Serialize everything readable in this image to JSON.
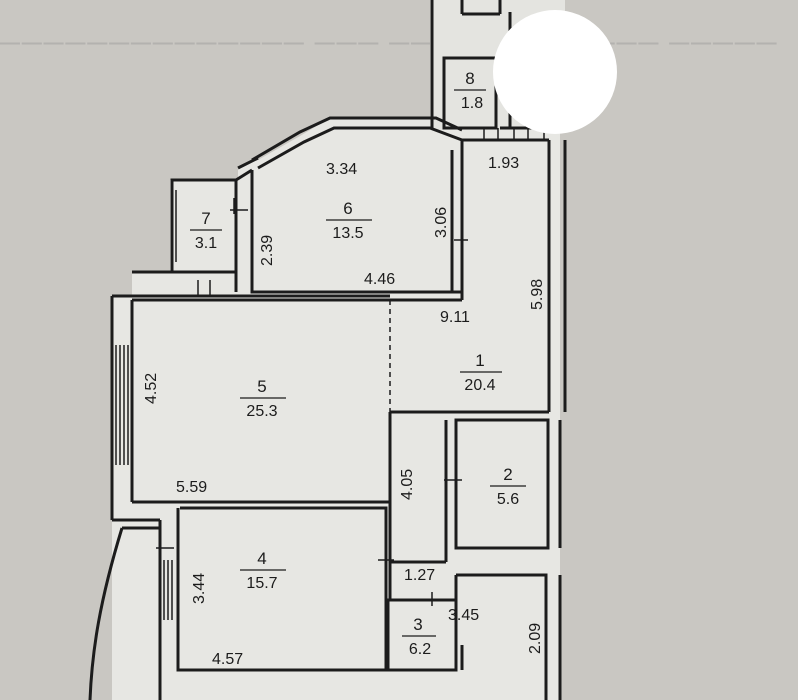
{
  "rooms": [
    {
      "id": "1",
      "number": "1",
      "area": "20.4"
    },
    {
      "id": "2",
      "number": "2",
      "area": "5.6"
    },
    {
      "id": "3",
      "number": "3",
      "area": "6.2"
    },
    {
      "id": "4",
      "number": "4",
      "area": "15.7"
    },
    {
      "id": "5",
      "number": "5",
      "area": "25.3"
    },
    {
      "id": "6",
      "number": "6",
      "area": "13.5"
    },
    {
      "id": "7",
      "number": "7",
      "area": "3.1"
    },
    {
      "id": "8",
      "number": "8",
      "area": "1.8"
    }
  ],
  "dimensions": [
    {
      "id": "d334",
      "text": "3.34"
    },
    {
      "id": "d306",
      "text": "3.06"
    },
    {
      "id": "d446",
      "text": "4.46"
    },
    {
      "id": "d239",
      "text": "2.39"
    },
    {
      "id": "d193",
      "text": "1.93"
    },
    {
      "id": "d598",
      "text": "5.98"
    },
    {
      "id": "d911",
      "text": "9.11"
    },
    {
      "id": "d452",
      "text": "4.52"
    },
    {
      "id": "d559",
      "text": "5.59"
    },
    {
      "id": "d405",
      "text": "4.05"
    },
    {
      "id": "d344",
      "text": "3.44"
    },
    {
      "id": "d127",
      "text": "1.27"
    },
    {
      "id": "d345",
      "text": "3.45"
    },
    {
      "id": "d209",
      "text": "2.09"
    },
    {
      "id": "d457",
      "text": "4.57"
    }
  ],
  "colors": {
    "paper": "#c9c7c2",
    "plan_fill": "#e7e7e3",
    "wall": "#1c1c1c",
    "marker": "#ffffff"
  }
}
